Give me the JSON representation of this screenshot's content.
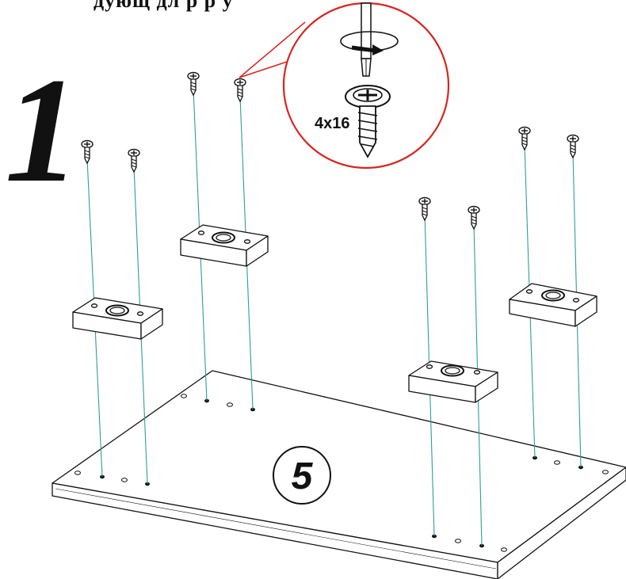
{
  "header": {
    "instruction_text": "дующ  дл  р       р  у"
  },
  "step": {
    "number": "1"
  },
  "callout": {
    "screw_size_label": "4x16"
  },
  "panel": {
    "part_number": "5"
  },
  "colors": {
    "line": "#111111",
    "guide": "#2e9e98",
    "callout": "#d6261f",
    "panel_fill": "#ffffff"
  },
  "parts": {
    "screw_count": 8,
    "block_count": 4
  }
}
